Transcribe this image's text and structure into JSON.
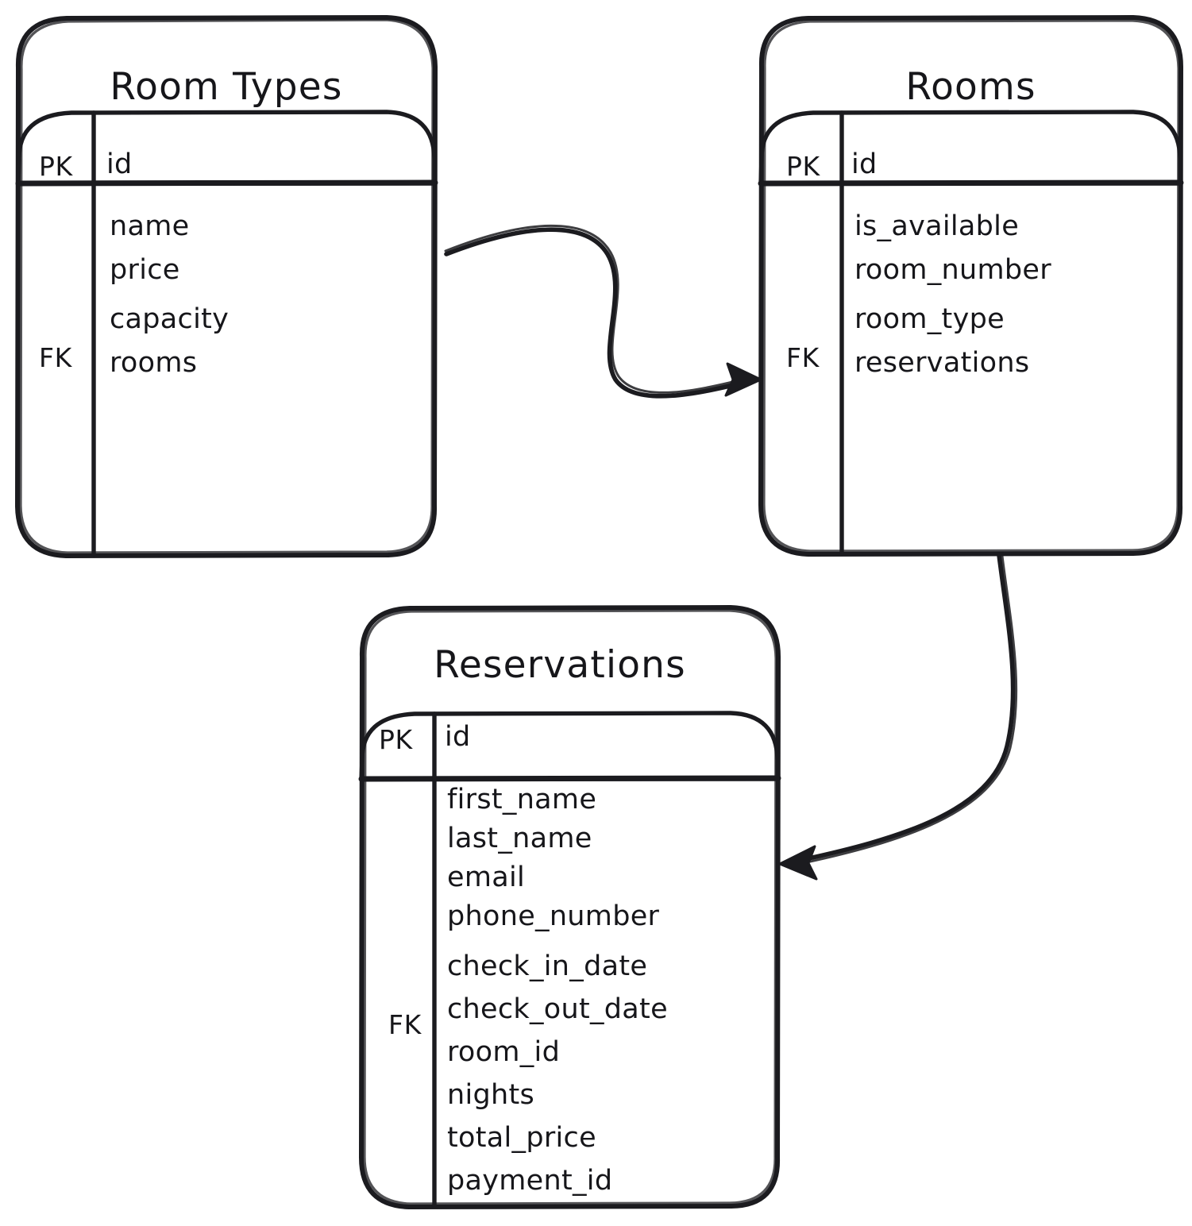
{
  "diagram": {
    "type": "entity-relationship-diagram",
    "style": "hand-drawn",
    "background_color": "#ffffff",
    "stroke_color": "#1b1b1f",
    "text_color": "#16161a"
  },
  "entities": [
    {
      "id": "room_types",
      "title": "Room Types",
      "primary_key_label": "PK",
      "primary_key_field": "id",
      "foreign_key_label": "FK",
      "fields": [
        "name",
        "price",
        "capacity",
        "rooms"
      ]
    },
    {
      "id": "rooms",
      "title": "Rooms",
      "primary_key_label": "PK",
      "primary_key_field": "id",
      "foreign_key_label": "FK",
      "fields": [
        "is_available",
        "room_number",
        "room_type",
        "reservations"
      ]
    },
    {
      "id": "reservations",
      "title": "Reservations",
      "primary_key_label": "PK",
      "primary_key_field": "id",
      "foreign_key_label": "FK",
      "fields": [
        "first_name",
        "last_name",
        "email",
        "phone_number",
        "check_in_date",
        "check_out_date",
        "room_id",
        "nights",
        "total_price",
        "payment_id"
      ]
    }
  ],
  "relationships": [
    {
      "id": "rel-room-types-to-rooms",
      "from": "room_types",
      "to": "rooms",
      "arrow": "single-headed"
    },
    {
      "id": "rel-rooms-to-reservations",
      "from": "rooms",
      "to": "reservations",
      "arrow": "single-headed"
    }
  ]
}
